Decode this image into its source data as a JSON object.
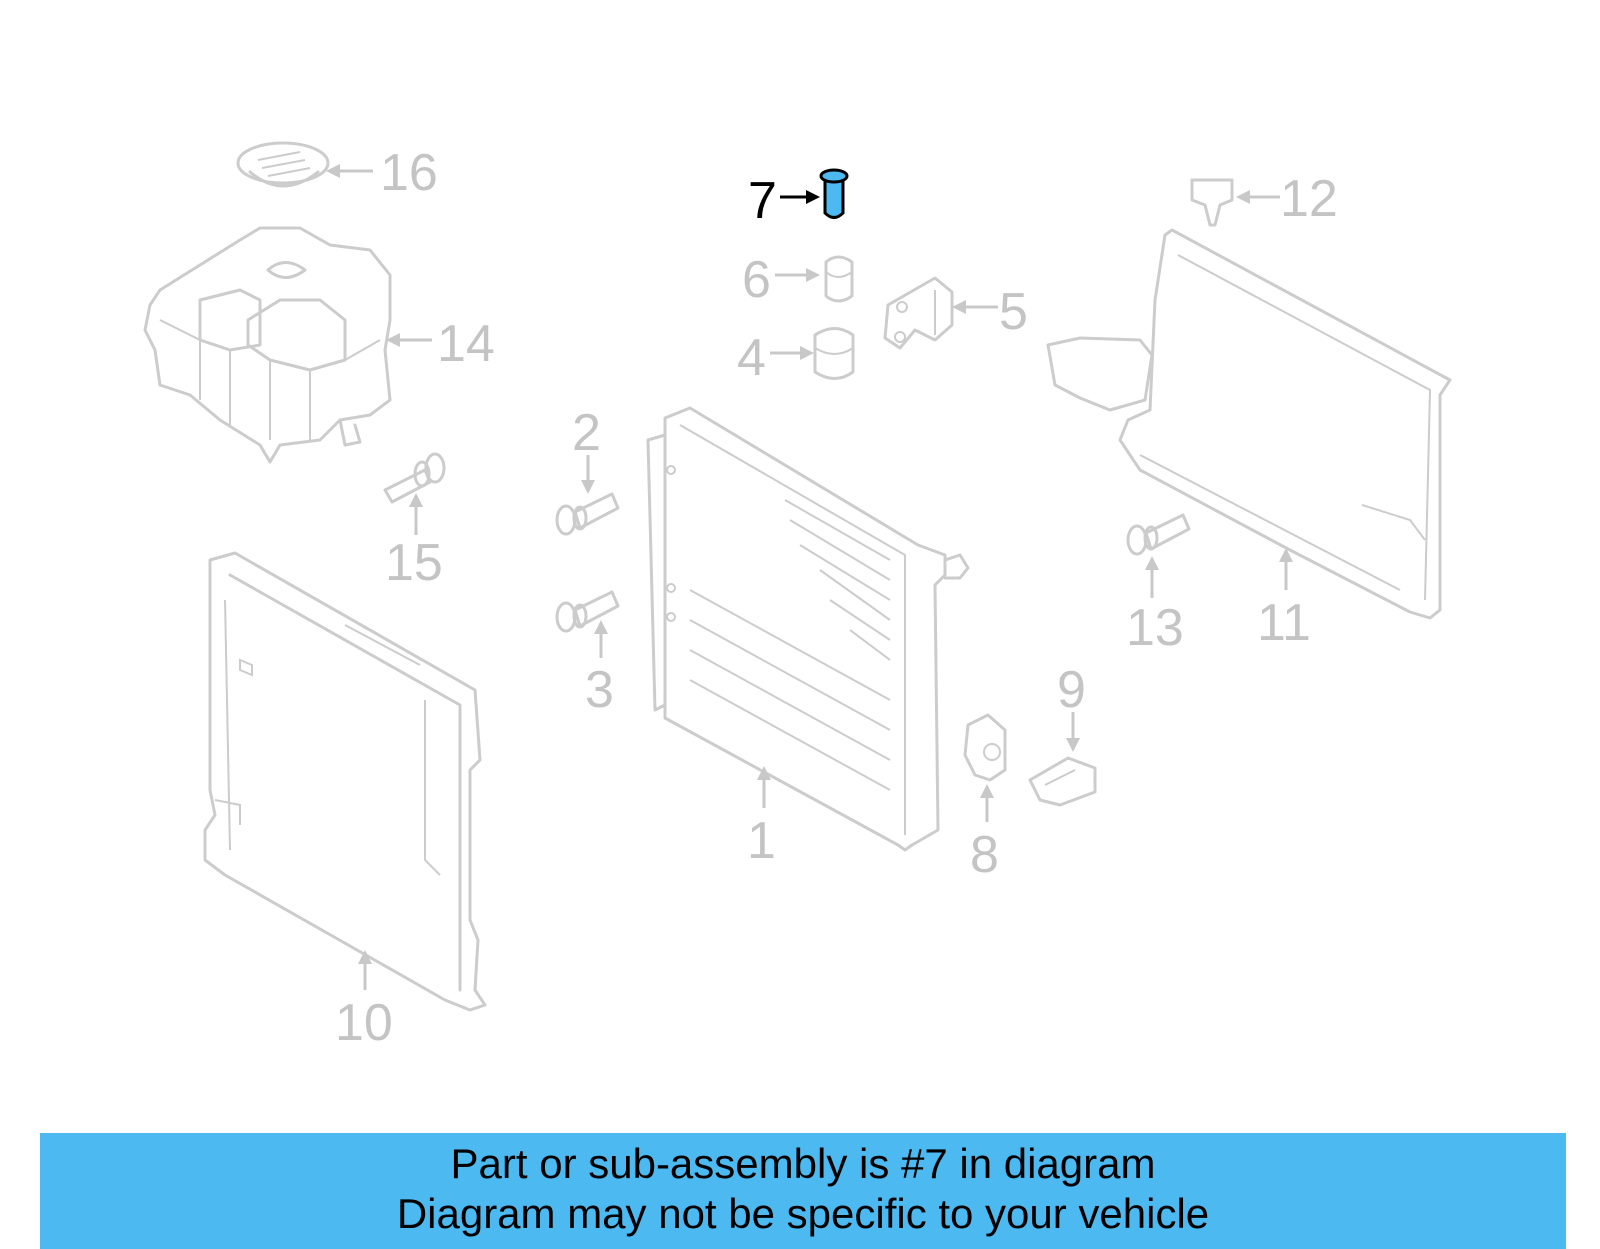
{
  "highlight_color": "#4cb9f1",
  "callouts": {
    "c1": "1",
    "c2": "2",
    "c3": "3",
    "c4": "4",
    "c5": "5",
    "c6": "6",
    "c7": "7",
    "c8": "8",
    "c9": "9",
    "c10": "10",
    "c11": "11",
    "c12": "12",
    "c13": "13",
    "c14": "14",
    "c15": "15",
    "c16": "16"
  },
  "highlighted_part": "7",
  "banner": {
    "line1": "Part or sub-assembly is #7 in diagram",
    "line2": "Diagram may not be specific to your vehicle"
  }
}
